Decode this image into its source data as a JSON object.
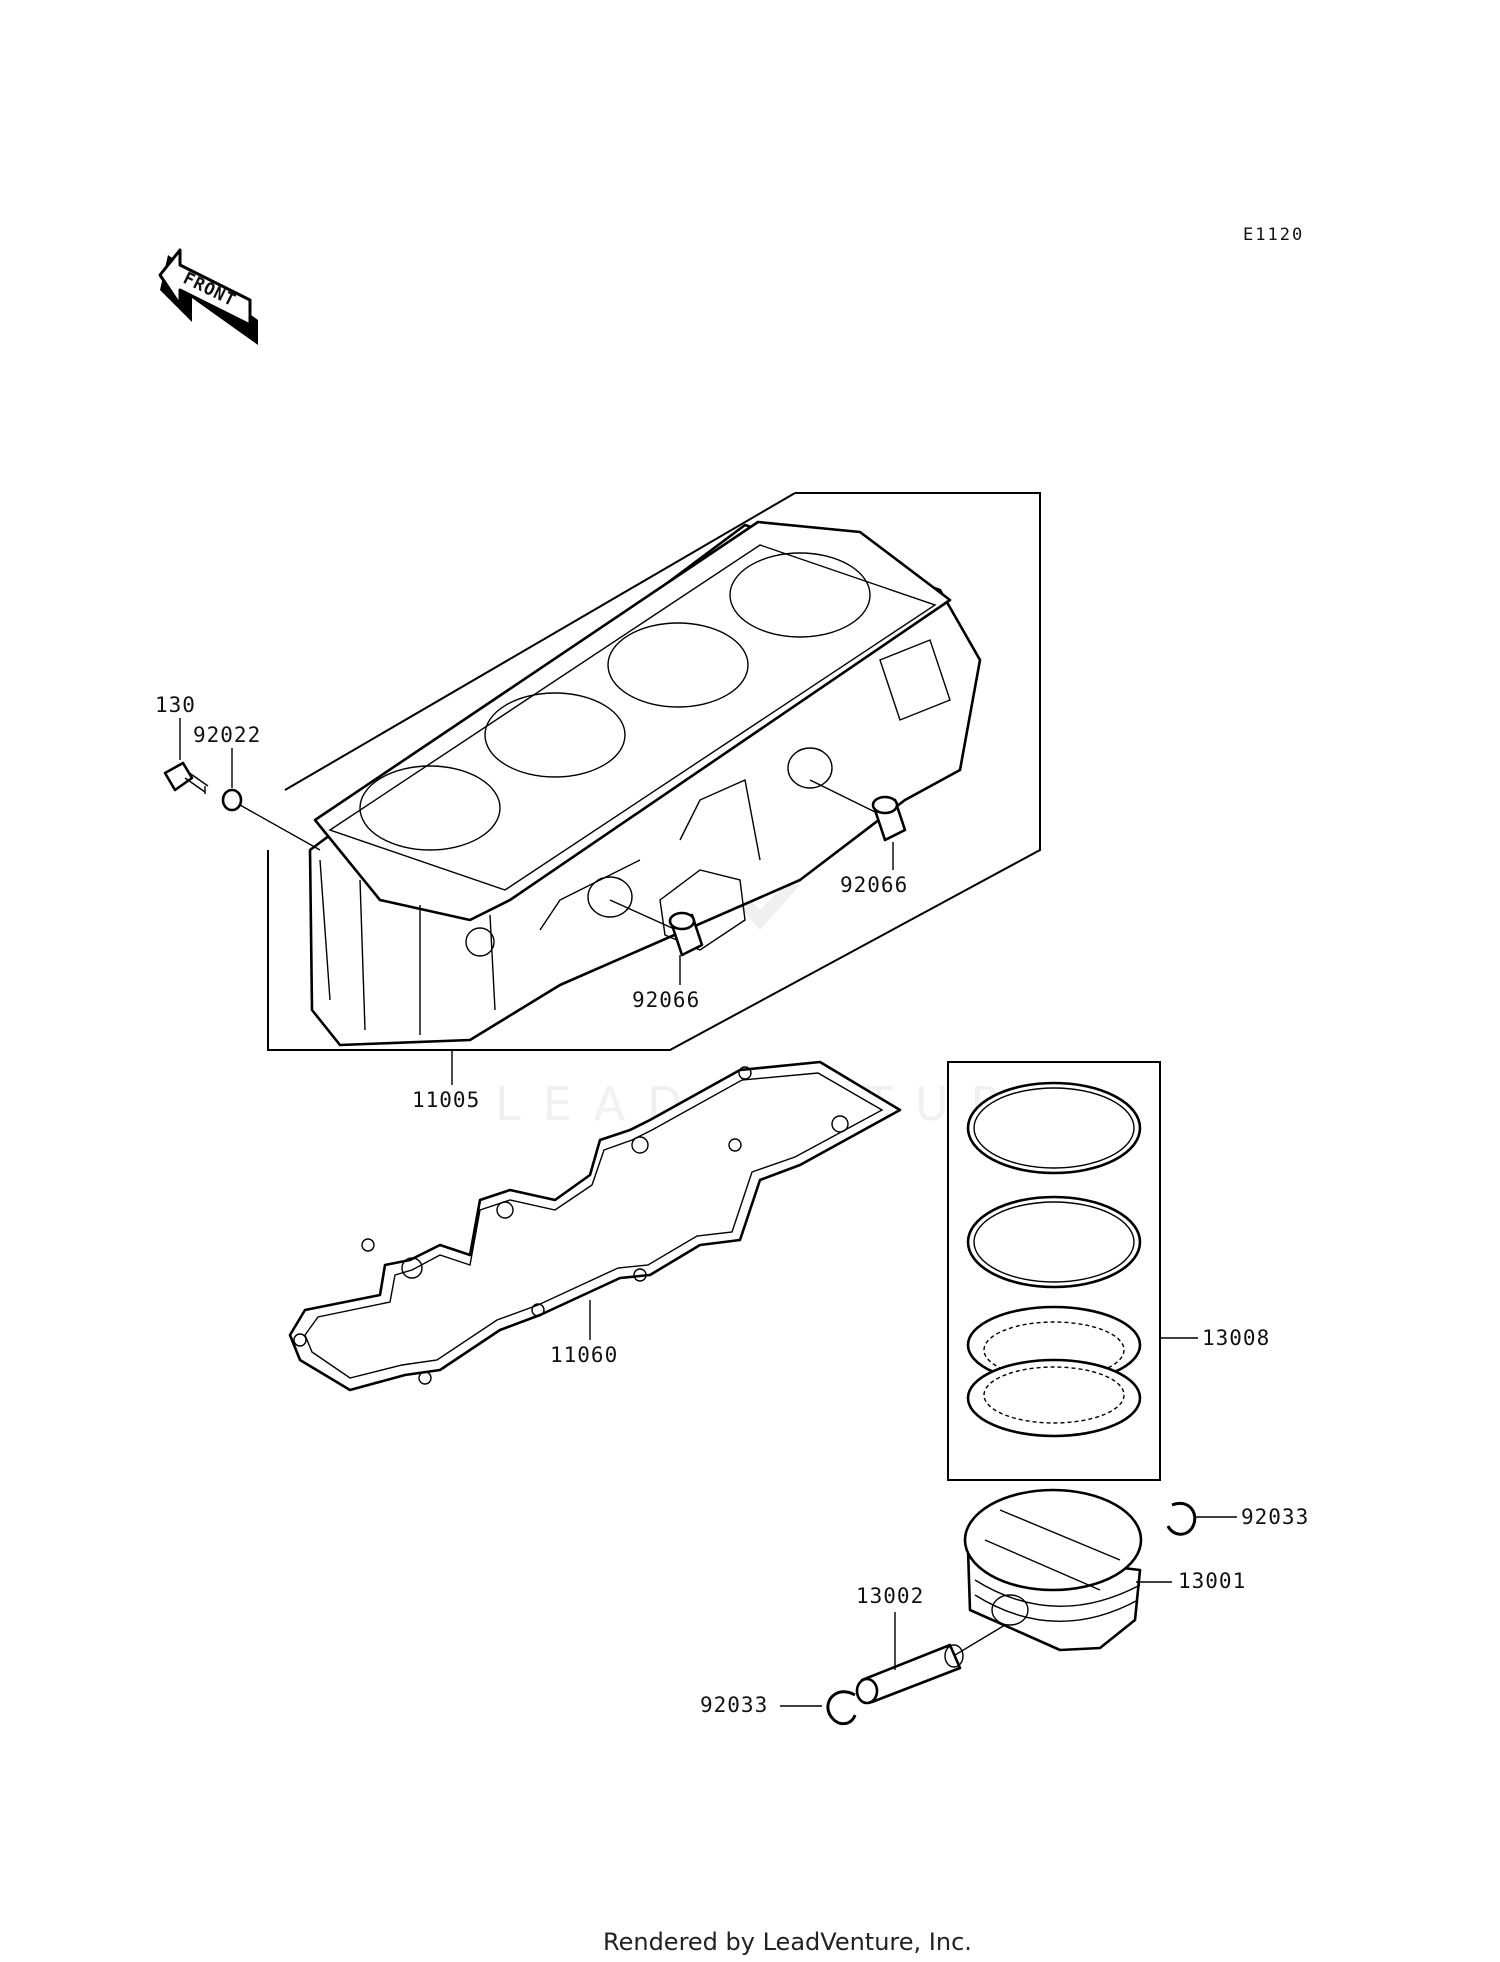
{
  "diagram_code": "E1120",
  "front_arrow_label": "FRONT",
  "callouts": {
    "p130": "130",
    "p92022": "92022",
    "p92066_right": "92066",
    "p92066_left": "92066",
    "p11005": "11005",
    "p11060": "11060",
    "p13008": "13008",
    "p92033_right": "92033",
    "p13001": "13001",
    "p13002": "13002",
    "p92033_left": "92033"
  },
  "watermark": "LEADVENTURE",
  "footer": "Rendered by LeadVenture, Inc."
}
